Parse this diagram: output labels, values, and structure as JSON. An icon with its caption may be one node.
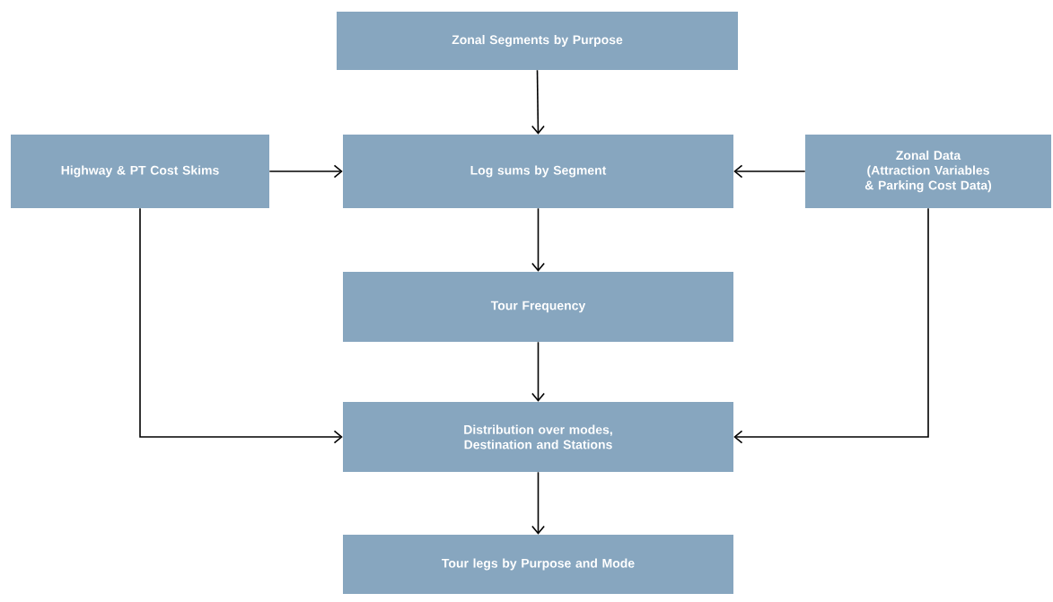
{
  "diagram": {
    "nodes": [
      {
        "text": [
          "Zonal Segments by Purpose"
        ]
      },
      {
        "text": [
          "Highway & PT Cost Skims"
        ]
      },
      {
        "text": [
          "Log sums by Segment"
        ]
      },
      {
        "text": [
          "Zonal Data",
          "(Attraction Variables & Parking Cost Data)"
        ]
      },
      {
        "text": [
          "Tour  Frequency"
        ]
      },
      {
        "text": [
          "Distribution over modes, Destination and Stations"
        ]
      },
      {
        "text": [
          "Tour legs by Purpose and Mode"
        ]
      }
    ],
    "edges": [
      {
        "from": 0,
        "to": 2,
        "arrow": "to"
      },
      {
        "from": 1,
        "to": 2,
        "arrow": "to"
      },
      {
        "from": 3,
        "to": 2,
        "arrow": "to"
      },
      {
        "from": 2,
        "to": 4,
        "arrow": "to"
      },
      {
        "from": 4,
        "to": 5,
        "arrow": "to"
      },
      {
        "from": 1,
        "to": 5,
        "arrow": "to"
      },
      {
        "from": 3,
        "to": 5,
        "arrow": "to"
      },
      {
        "from": 5,
        "to": 6,
        "arrow": "to"
      }
    ]
  }
}
